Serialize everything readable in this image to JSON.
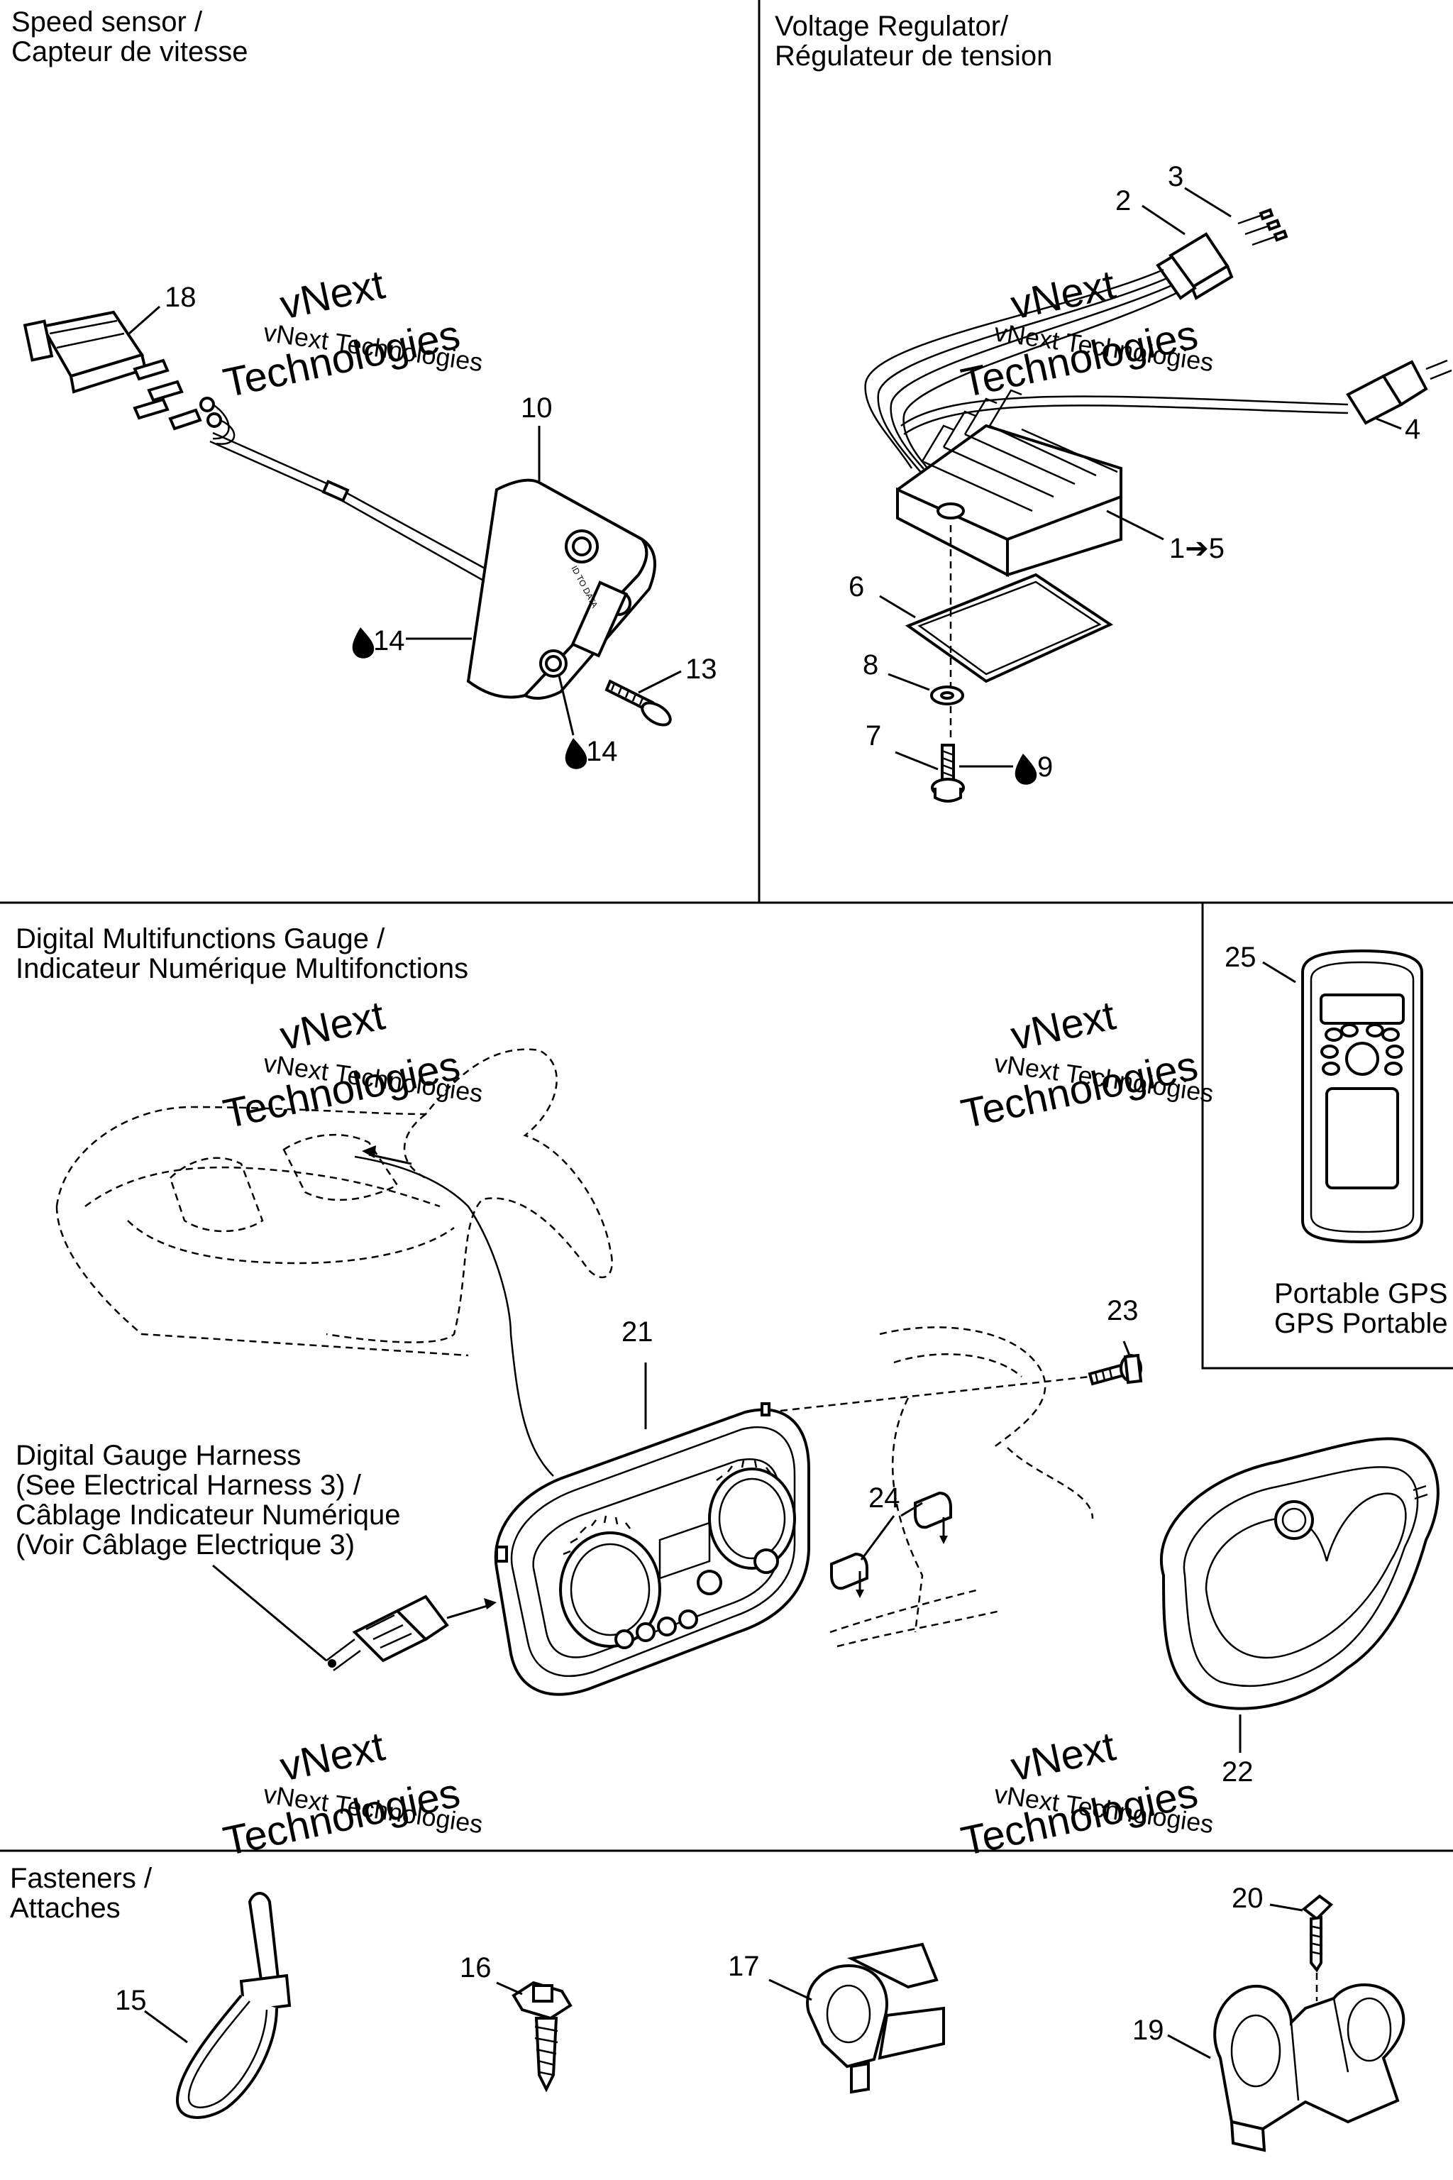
{
  "sections": {
    "speed_sensor": [
      "Speed sensor /",
      "Capteur de vitesse"
    ],
    "voltage_regulator": [
      "Voltage Regulator/",
      "Régulateur de tension"
    ],
    "digital_gauge": [
      "Digital Multifunctions Gauge /",
      "Indicateur Numérique Multifonctions"
    ],
    "portable_gps": [
      "Portable GPS",
      "GPS Portable"
    ],
    "gauge_harness": [
      "Digital Gauge Harness",
      "(See Electrical Harness 3) /",
      "Câblage Indicateur Numérique",
      "(Voir Câblage Electrique 3)"
    ],
    "fasteners": [
      "Fasteners /",
      "Attaches"
    ]
  },
  "callouts": {
    "p1_5": "1➔5",
    "p2": "2",
    "p3": "3",
    "p4": "4",
    "p6": "6",
    "p7": "7",
    "p8": "8",
    "p9": "9",
    "p10": "10",
    "p13": "13",
    "p14a": "14",
    "p14b": "14",
    "p15": "15",
    "p16": "16",
    "p17": "17",
    "p18": "18",
    "p19": "19",
    "p20": "20",
    "p21": "21",
    "p22": "22",
    "p23": "23",
    "p24": "24",
    "p25": "25"
  },
  "watermark": {
    "line1": "vNext Technologies",
    "line2": "vNext",
    "line3": "Technologies"
  },
  "colors": {
    "ink": "#000000",
    "watermark": "#bdbdbd",
    "background": "#ffffff"
  },
  "icons": {
    "lubricant": "drop-icon"
  }
}
